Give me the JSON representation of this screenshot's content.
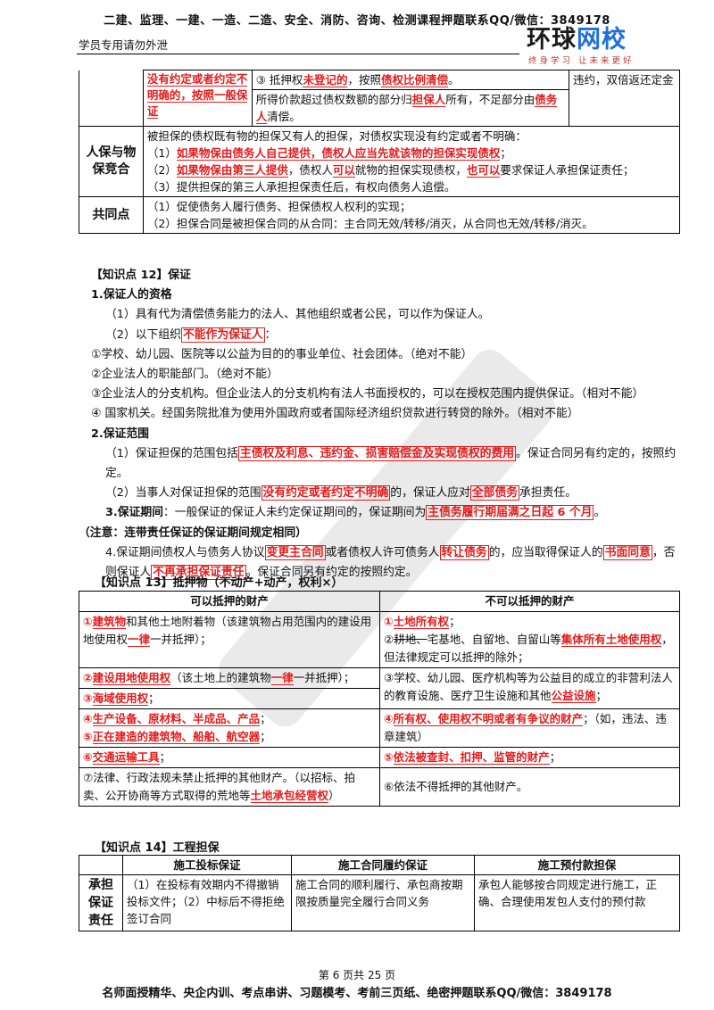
{
  "header": {
    "top": "二建、监理、一建、一造、二造、安全、消防、咨询、检测课程押题联系QQ/微信：3849178",
    "left": "学员专用请勿外泄",
    "logo": {
      "a": "环球",
      "b": "网校",
      "slogan": "终身学习 让未来更好"
    }
  },
  "t1": {
    "r1c1": "没有约定或者约定不明确的，按照一般保证",
    "r1c2a_pre": "③ 抵押权",
    "r1c2a_r1": "未登记的",
    "r1c2a_mid": "，按照",
    "r1c2a_r2": "债权比例清偿",
    "r1c2a_end": "。",
    "r1c2b_pre": "所得价款超过债权数额的部分归",
    "r1c2b_r1": "担保人",
    "r1c2b_mid": "所有，不足部分由",
    "r1c2b_r2": "债务人",
    "r1c2b_end": "清偿。",
    "r1c3": "违约，双倍返还定金",
    "r2k": "人保与物保竞合",
    "r2l1": "被担保的债权既有物的担保又有人的担保，对债权实现没有约定或者不明确：",
    "r2l2a": "（1）",
    "r2l2b": "如果物保由债务人自己提供，债权人应当先就该物的担保实现债权",
    "r2l3a": "（2）",
    "r2l3b": "如果物保由第三人提供",
    "r2l3c": "，债权人",
    "r2l3d": "可以",
    "r2l3e": "就物的担保实现债权，",
    "r2l3f": "也可以",
    "r2l3g": "要求保证人承担保证责任；",
    "r2l4": "（3）提供担保的第三人承担担保责任后，有权向债务人追偿。",
    "r3k": "共同点",
    "r3l1": "（1）促使债务人履行债务、担保债权人权利的实现；",
    "r3l2": "（2）担保合同是被担保合同的从合同：主合同无效/转移/消灭，从合同也无效/转移/消灭。"
  },
  "kp12": {
    "title": "【知识点 12】保证",
    "s1": "1.保证人的资格",
    "p1": "（1）具有代为清偿债务能力的法人、其他组织或者公民，可以作为保证人。",
    "p2a": "（2）以下组织",
    "p2b": "不能作为保证人",
    "p2c": "：",
    "p3": "①学校、幼儿园、医院等以公益为目的的事业单位、社会团体。（绝对不能）",
    "p4": "②企业法人的职能部门。（绝对不能）",
    "p5": "③企业法人的分支机构。但企业法人的分支机构有法人书面授权的，可以在授权范围内提供保证。（相对不能）",
    "p6": "④ 国家机关。经国务院批准为使用外国政府或者国际经济组织贷款进行转贷的除外。（相对不能）",
    "s2": "2.保证范围",
    "p7a": "（1）保证担保的范围包括",
    "p7b": "主债权及利息、违约金、损害赔偿金及实现债权的费用",
    "p7c": "。保证合同另有约定的，按照约定。",
    "p8a": "（2）当事人对保证担保的范围",
    "p8b": "没有约定或者约定不明确",
    "p8c": "的，保证人应对",
    "p8d": "全部债务",
    "p8e": "承担责任。",
    "p9a": "3.保证期间",
    "p9b": "：一般保证的保证人未约定保证期间的，保证期间为",
    "p9c": "主债务履行期届满之日起 6 个月",
    "p9d": "。",
    "p10": "（注意：连带责任保证的保证期间规定相同）",
    "p11a": "4.保证期间债权人与债务人协议",
    "p11b": "变更主合同",
    "p11c": "或者债权人许可债务人",
    "p11d": "转让债务",
    "p11e": "的，应当取得保证人的",
    "p11f": "书面同意",
    "p11g": "，否则保证人",
    "p11h": "不再承担保证责任",
    "p11i": "。保证合同另有约定的按照约定。"
  },
  "kp13": {
    "title": "【知识点 13】抵押物（不动产+动产，权利×）",
    "h1": "可以抵押的财产",
    "h2": "不可以抵押的财产",
    "a1a": "①",
    "a1b": "建筑物",
    "a1c": "和其他土地附着物（该建筑物占用范围内的建设用地使用权",
    "a1d": "一律",
    "a1e": "一并抵押）；",
    "a2a": "②",
    "a2b": "建设用地使用权",
    "a2c": "（该土地上的建筑物",
    "a2d": "一律",
    "a2e": "一并抵押）；",
    "a3a": "③",
    "a3b": "海域使用权",
    "a3c": "；",
    "a4a": "④",
    "a4b": "生产设备、原材料、半成品、产品",
    "a4c": "；",
    "a5a": "⑤",
    "a5b": "正在建造的建筑物、船舶、航空器",
    "a5c": "；",
    "a6a": "⑥",
    "a6b": "交通运输工具",
    "a6c": "；",
    "a7": "⑦法律、行政法规未禁止抵押的其他财产。（以招标、拍卖、公开协商等方式取得的荒地等",
    "a7b": "土地承包经营权",
    "a7c": "）",
    "b1a": "①",
    "b1b": "土地所有权",
    "b1c": "；",
    "b2a": "②",
    "b2s": "耕地、",
    "b2b": "宅基地、自留地、自留山等",
    "b2c": "集体所有土地使用权",
    "b2d": "，但法律规定可以抵押的除外；",
    "b3a": "③学校、幼儿园、医疗机构等为公益目的成立的非营利法人的教育设施、医疗卫生设施和其他",
    "b3b": "公益设施",
    "b3c": "；",
    "b4a": "④",
    "b4b": "所有权、使用权不明或者有争议的财产",
    "b4c": "；（如，违法、违章建筑）",
    "b5a": "⑤",
    "b5b": "依法被查封、扣押、监管的财产",
    "b5c": "；",
    "b6": "⑥依法不得抵押的其他财产。"
  },
  "kp14": {
    "title": "【知识点 14】工程担保",
    "h1": "施工投标保证",
    "h2": "施工合同履约保证",
    "h3": "施工预付款担保",
    "k": "承担保证责任",
    "c1": "（1）在投标有效期内不得撤销投标文件；（2）中标后不得拒绝签订合同",
    "c2": "施工合同的顺利履行、承包商按期限按质量完全履行合同义务",
    "c3": "承包人能够按合同规定进行施工，正确、合理使用发包人支付的预付款"
  },
  "footer": {
    "page": "第 6 页共 25 页",
    "ad": "名师面授精华、央企内训、考点串讲、习题模考、考前三页纸、绝密押题联系QQ/微信：3849178"
  }
}
